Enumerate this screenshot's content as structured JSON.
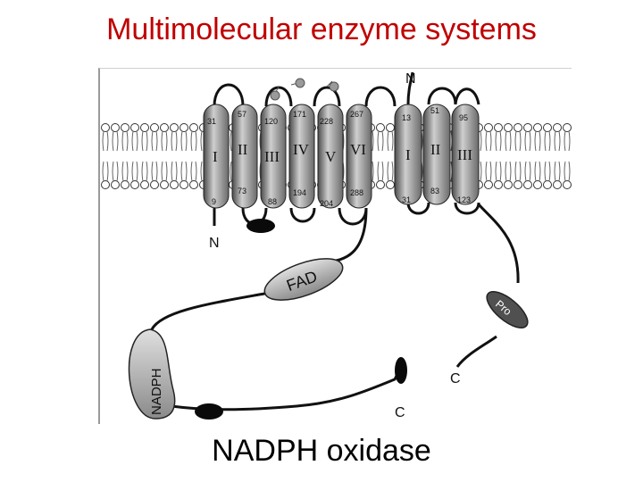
{
  "title": "Multimolecular enzyme systems",
  "caption": "NADPH oxidase",
  "diagram": {
    "left_protein": {
      "helices": [
        {
          "roman": "I",
          "top_num": "31",
          "bottom_num": "9"
        },
        {
          "roman": "II",
          "top_num": "57",
          "bottom_num": "73"
        },
        {
          "roman": "III",
          "top_num": "120",
          "bottom_num": "88"
        },
        {
          "roman": "IV",
          "top_num": "171",
          "bottom_num": "194"
        },
        {
          "roman": "V",
          "top_num": "228",
          "bottom_num": "204"
        },
        {
          "roman": "VI",
          "top_num": "267",
          "bottom_num": "288"
        }
      ],
      "n_terminus": "N",
      "c_terminus": "C"
    },
    "right_protein": {
      "helices": [
        {
          "roman": "I",
          "top_num": "13",
          "bottom_num": "31"
        },
        {
          "roman": "II",
          "top_num": "51",
          "bottom_num": "83"
        },
        {
          "roman": "III",
          "top_num": "95",
          "bottom_num": "123"
        }
      ],
      "n_terminus": "N",
      "c_terminus": "C"
    },
    "domains": {
      "fad": "FAD",
      "nadph": "NADPH",
      "pro": "Pro"
    }
  }
}
